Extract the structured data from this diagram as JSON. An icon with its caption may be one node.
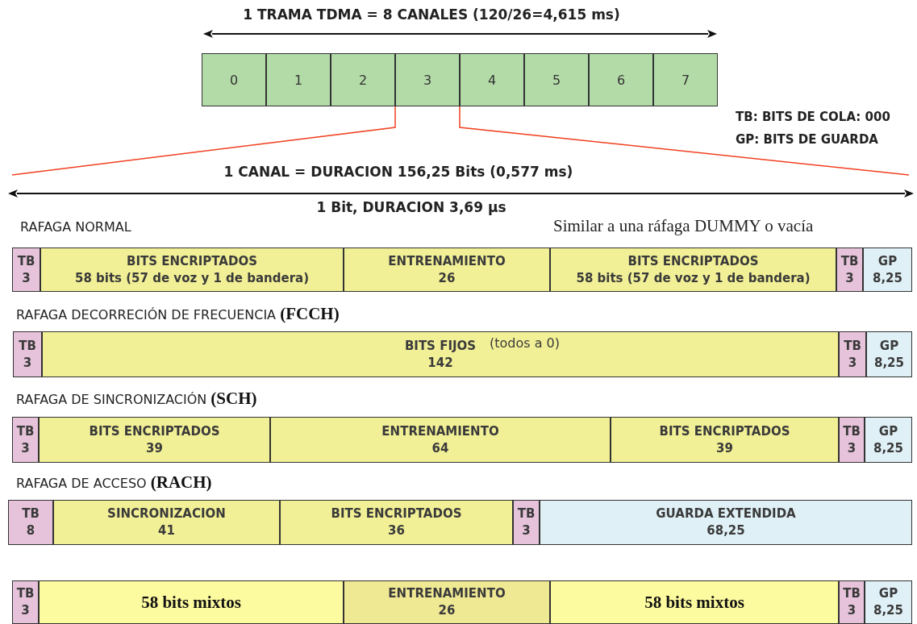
{
  "diagram": {
    "nodes": [
      {
        "text": [
          "0"
        ]
      },
      {
        "text": [
          "1"
        ]
      },
      {
        "text": [
          "2"
        ]
      },
      {
        "text": [
          "3"
        ]
      },
      {
        "text": [
          "4"
        ]
      },
      {
        "text": [
          "5"
        ]
      },
      {
        "text": [
          "6"
        ]
      },
      {
        "text": [
          "7"
        ]
      },
      {
        "text": [
          "TB",
          "3"
        ]
      },
      {
        "text": [
          "BITS ENCRIPTADOS",
          "58 bits (57 de voz y 1 de bandera)"
        ]
      },
      {
        "text": [
          "ENTRENAMIENTO",
          "26"
        ]
      },
      {
        "text": [
          "BITS ENCRIPTADOS",
          "58 bits (57 de voz y 1 de bandera)"
        ]
      },
      {
        "text": [
          "TB",
          "3"
        ]
      },
      {
        "text": [
          "GP",
          "8,25"
        ]
      },
      {
        "text": [
          "TB",
          "3"
        ]
      },
      {
        "text": [
          "BITS FIJOS",
          "(todos a 0)",
          "142"
        ]
      },
      {
        "text": [
          "TB",
          "3"
        ]
      },
      {
        "text": [
          "GP",
          "8,25"
        ]
      },
      {
        "text": [
          "TB",
          "3"
        ]
      },
      {
        "text": [
          "BITS ENCRIPTADOS",
          "39"
        ]
      },
      {
        "text": [
          "ENTRENAMIENTO",
          "64"
        ]
      },
      {
        "text": [
          "BITS ENCRIPTADOS",
          "39"
        ]
      },
      {
        "text": [
          "TB",
          "3"
        ]
      },
      {
        "text": [
          "GP",
          "8,25"
        ]
      },
      {
        "text": [
          "TB",
          "8"
        ]
      },
      {
        "text": [
          "SINCRONIZACION",
          "41"
        ]
      },
      {
        "text": [
          "BITS ENCRIPTADOS",
          "36"
        ]
      },
      {
        "text": [
          "TB",
          "3"
        ]
      },
      {
        "text": [
          "GUARDA EXTENDIDA",
          "68,25"
        ]
      },
      {
        "text": [
          "TB",
          "3"
        ]
      },
      {
        "text": [
          "58 bits mixtos"
        ]
      },
      {
        "text": [
          "ENTRENAMIENTO",
          "26"
        ]
      },
      {
        "text": [
          "58 bits mixtos"
        ]
      },
      {
        "text": [
          "TB",
          "3"
        ]
      },
      {
        "text": [
          "GP",
          "8,25"
        ]
      }
    ],
    "edges": [
      {
        "from": 3,
        "to": null,
        "arrow": "none"
      },
      {
        "from": 3,
        "to": null,
        "arrow": "none"
      }
    ],
    "labels": [
      "1 TRAMA TDMA = 8 CANALES (120/26=4,615 ms)",
      "TB: BITS DE COLA: 000",
      "GP: BITS DE GUARDA",
      "1 CANAL = DURACION 156,25 Bits (0,577 ms)",
      "1 Bit, DURACION 3,69 µs",
      "RAFAGA NORMAL",
      "Similar a una ráfaga DUMMY o vacía",
      "RAFAGA DECORRECIÓN DE FRECUENCIA **(FCCH)**",
      "RAFAGA DE SINCRONIZACIÓN **(SCH)**",
      "RAFAGA DE ACCESO **(RACH)**"
    ]
  }
}
